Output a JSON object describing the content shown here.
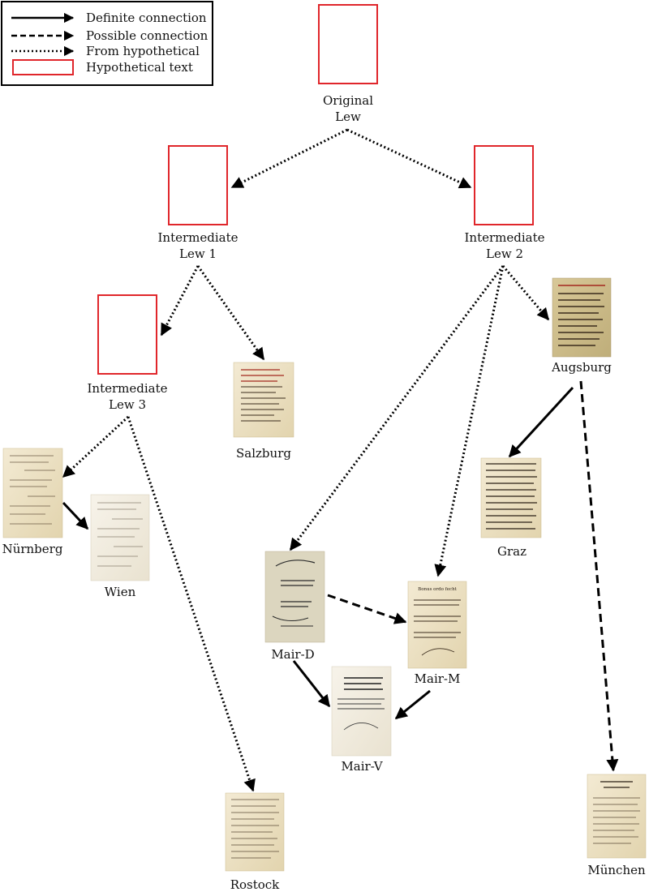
{
  "legend": {
    "definite": "Definite connection",
    "possible": "Possible connection",
    "from_hypothetical": "From hypothetical",
    "hypothetical_text": "Hypothetical text"
  },
  "colors": {
    "hypothetical_border": "#e0262b",
    "line": "#000000",
    "parchment": "#efe4c8",
    "parchment_dark": "#d9c9a0",
    "ink": "#3a2b1c",
    "rubric": "#a3281e"
  },
  "nodes": {
    "original": {
      "line1": "Original",
      "line2": "Lew"
    },
    "lew1": {
      "line1": "Intermediate",
      "line2": "Lew 1"
    },
    "lew2": {
      "line1": "Intermediate",
      "line2": "Lew 2"
    },
    "lew3": {
      "line1": "Intermediate",
      "line2": "Lew 3"
    },
    "salzburg": "Salzburg",
    "augsburg": "Augsburg",
    "nuernberg": "Nürnberg",
    "wien": "Wien",
    "graz": "Graz",
    "mair_d": "Mair-D",
    "mair_m": "Mair-M",
    "mair_v": "Mair-V",
    "rostock": "Rostock",
    "muenchen": "München"
  },
  "manuscript_headings": {
    "mair_m": "Bonus ordo fecht"
  }
}
